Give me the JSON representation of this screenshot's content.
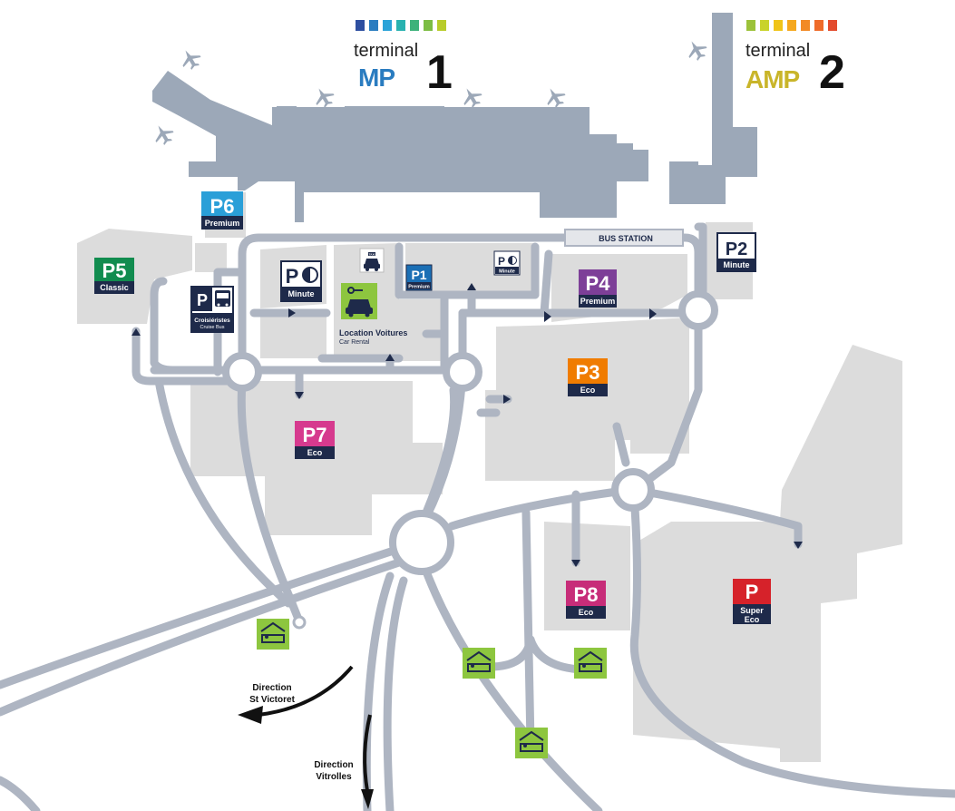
{
  "terminals": {
    "t1": {
      "word": "terminal",
      "digit": "1",
      "mark": "MP"
    },
    "t2": {
      "word": "terminal",
      "digit": "2",
      "mark": "AMP"
    }
  },
  "colors": {
    "p1": "#1b6fb5",
    "p2": "#1e2a4a",
    "p3": "#f07c00",
    "p4": "#7d3f98",
    "p5": "#118c4f",
    "p6": "#2a9fd8",
    "p7": "#d63a8e",
    "p8": "#c72d79",
    "super_eco": "#d6222a",
    "minute": "#1e2a4a",
    "hotel": "#8dc63f",
    "car_rental": "#8dc63f",
    "t1_stripes": [
      "#2e4fa0",
      "#2a7cc0",
      "#2aa3d8",
      "#29b2b0",
      "#3db27a",
      "#7cbd43",
      "#b8cc2a"
    ],
    "t2_stripes": [
      "#9cc23a",
      "#c9d32a",
      "#f0c419",
      "#f5a81e",
      "#f28a25",
      "#ef6b2a",
      "#e34b2d"
    ]
  },
  "parkings": {
    "p1": {
      "num": "P1",
      "sub": "Premium"
    },
    "p2": {
      "num": "P2",
      "sub": "Minute"
    },
    "p3": {
      "num": "P3",
      "sub": "Eco"
    },
    "p4": {
      "num": "P4",
      "sub": "Premium"
    },
    "p5": {
      "num": "P5",
      "sub": "Classic"
    },
    "p6": {
      "num": "P6",
      "sub": "Premium"
    },
    "p7": {
      "num": "P7",
      "sub": "Eco"
    },
    "p8": {
      "num": "P8",
      "sub": "Eco"
    },
    "super_eco": {
      "num": "P",
      "sub1": "Super",
      "sub2": "Eco"
    },
    "minute_center": {
      "num": "P",
      "sub": "Minute"
    },
    "minute_small": {
      "num": "P",
      "sub": "Minute"
    },
    "cruise": {
      "num": "P",
      "sub1": "Croisiéristes",
      "sub2": "Cruise Bus"
    }
  },
  "labels": {
    "bus_station": "BUS STATION",
    "taxi": "TAXI",
    "car_rental_fr": "Location Voitures",
    "car_rental_en": "Car Rental",
    "dir_st_victoret_1": "Direction",
    "dir_st_victoret_2": "St Victoret",
    "dir_vitrolles_1": "Direction",
    "dir_vitrolles_2": "Vitrolles"
  },
  "icons": {
    "plane": "plane-icon",
    "hotel": "hotel-bed-icon",
    "taxi": "taxi-icon",
    "car_rental": "car-rental-icon",
    "bus": "bus-icon"
  }
}
